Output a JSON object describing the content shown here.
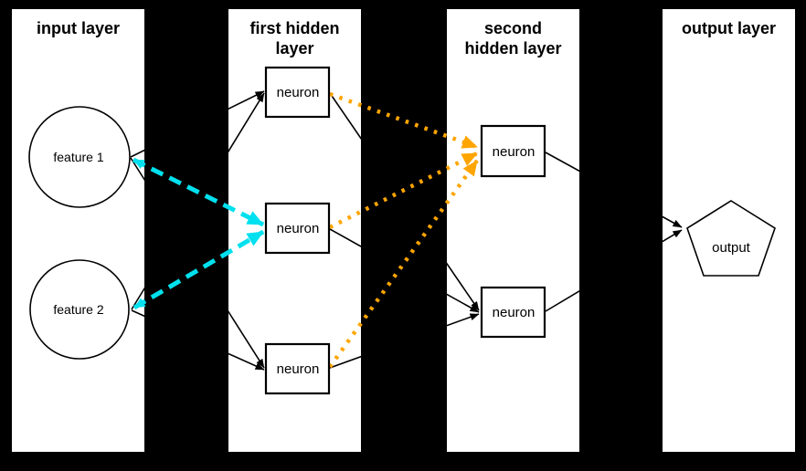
{
  "colors": {
    "background": "#000000",
    "panel": "#ffffff",
    "line_black": "#000000",
    "cyan_line": "#00e0ee",
    "cyan_node": "#00ffff",
    "orange_line": "#ffa500",
    "orange_node": "#ffa500"
  },
  "layers": [
    {
      "id": "input-layer",
      "title_lines": [
        "input layer"
      ],
      "nodes": [
        {
          "id": "feature-1",
          "label": "feature 1",
          "shape": "circle"
        },
        {
          "id": "feature-2",
          "label": "feature 2",
          "shape": "circle"
        }
      ]
    },
    {
      "id": "first-hidden-layer",
      "title_lines": [
        "first hidden",
        "layer"
      ],
      "nodes": [
        {
          "id": "hidden1-neuron-1",
          "label": "neuron",
          "shape": "rect",
          "fill": "#ffffff"
        },
        {
          "id": "hidden1-neuron-2",
          "label": "neuron",
          "shape": "rect",
          "fill": "#00ffff"
        },
        {
          "id": "hidden1-neuron-3",
          "label": "neuron",
          "shape": "rect",
          "fill": "#ffffff"
        }
      ]
    },
    {
      "id": "second-hidden-layer",
      "title_lines": [
        "second",
        "hidden layer"
      ],
      "nodes": [
        {
          "id": "hidden2-neuron-1",
          "label": "neuron",
          "shape": "rect",
          "fill": "#ffa500"
        },
        {
          "id": "hidden2-neuron-2",
          "label": "neuron",
          "shape": "rect",
          "fill": "#ffffff"
        }
      ]
    },
    {
      "id": "output-layer",
      "title_lines": [
        "output layer"
      ],
      "nodes": [
        {
          "id": "output",
          "label": "output",
          "shape": "pentagon"
        }
      ]
    }
  ],
  "connections": [
    {
      "from": "feature-1",
      "to": "hidden1-neuron-1",
      "style": "solid-black",
      "arrow": "end"
    },
    {
      "from": "feature-1",
      "to": "hidden1-neuron-3",
      "style": "solid-black",
      "arrow": "end"
    },
    {
      "from": "feature-2",
      "to": "hidden1-neuron-1",
      "style": "solid-black",
      "arrow": "end"
    },
    {
      "from": "feature-2",
      "to": "hidden1-neuron-3",
      "style": "solid-black",
      "arrow": "end"
    },
    {
      "from": "feature-1",
      "to": "hidden1-neuron-2",
      "style": "dashed-cyan",
      "arrow": "both"
    },
    {
      "from": "feature-2",
      "to": "hidden1-neuron-2",
      "style": "dashed-cyan",
      "arrow": "both"
    },
    {
      "from": "hidden1-neuron-1",
      "to": "hidden2-neuron-1",
      "style": "dotted-orange",
      "arrow": "end"
    },
    {
      "from": "hidden1-neuron-2",
      "to": "hidden2-neuron-1",
      "style": "dotted-orange",
      "arrow": "end"
    },
    {
      "from": "hidden1-neuron-3",
      "to": "hidden2-neuron-1",
      "style": "dotted-orange",
      "arrow": "end"
    },
    {
      "from": "hidden1-neuron-1",
      "to": "hidden2-neuron-2",
      "style": "solid-black",
      "arrow": "end"
    },
    {
      "from": "hidden1-neuron-2",
      "to": "hidden2-neuron-2",
      "style": "solid-black",
      "arrow": "end"
    },
    {
      "from": "hidden1-neuron-3",
      "to": "hidden2-neuron-2",
      "style": "solid-black",
      "arrow": "end"
    },
    {
      "from": "hidden2-neuron-1",
      "to": "output",
      "style": "solid-black",
      "arrow": "end"
    },
    {
      "from": "hidden2-neuron-2",
      "to": "output",
      "style": "solid-black",
      "arrow": "end"
    }
  ]
}
